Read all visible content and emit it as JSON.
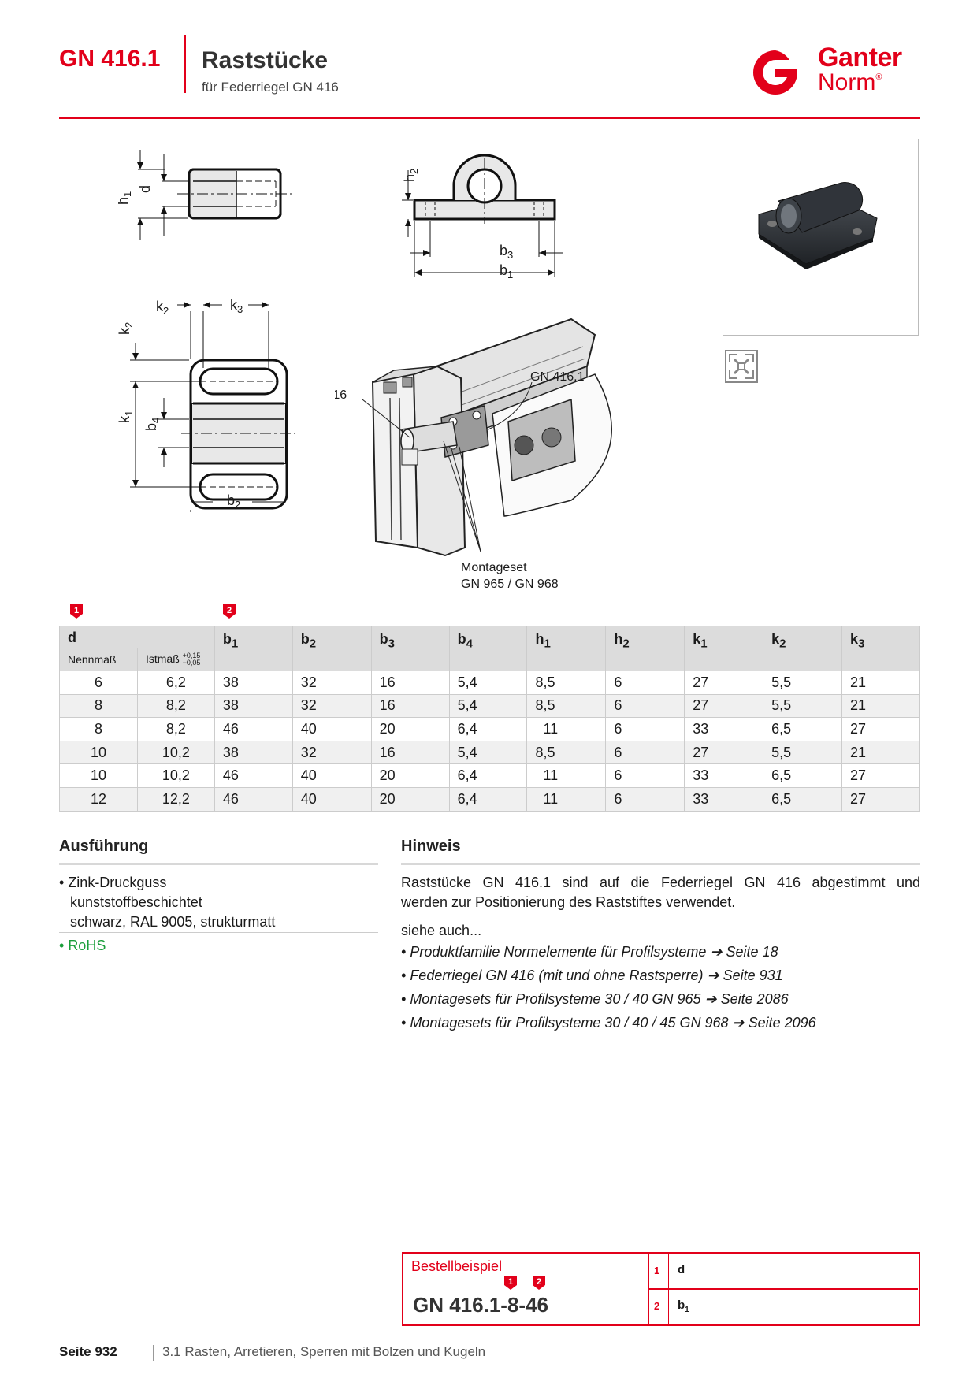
{
  "header": {
    "code": "GN 416.1",
    "title": "Raststücke",
    "subtitle": "für Federriegel GN 416",
    "logo_top": "Ganter",
    "logo_bottom": "Norm",
    "logo_reg": "®"
  },
  "drawings": {
    "labels": {
      "d": "d",
      "h1": "h",
      "h1_sub": "1",
      "h2": "h",
      "h2_sub": "2",
      "b1": "b",
      "b1_sub": "1",
      "b2": "b",
      "b2_sub": "2",
      "b3": "b",
      "b3_sub": "3",
      "b4": "b",
      "b4_sub": "4",
      "k1": "k",
      "k1_sub": "1",
      "k2": "k",
      "k2_sub": "2",
      "k3": "k",
      "k3_sub": "3"
    },
    "callout_gn416": "GN 416",
    "callout_gn4161": "GN 416.1",
    "callout_montage_1": "Montageset",
    "callout_montage_2": "GN 965 / GN 968"
  },
  "colors": {
    "accent": "#e2001a"
  },
  "table": {
    "markers": [
      "1",
      "2"
    ],
    "headers": [
      "d",
      "b",
      "b",
      "b",
      "b",
      "h",
      "h",
      "k",
      "k",
      "k"
    ],
    "header_subs": [
      "",
      "1",
      "2",
      "3",
      "4",
      "1",
      "2",
      "1",
      "2",
      "3"
    ],
    "sub_nenn": "Nennmaß",
    "sub_ist": "Istmaß",
    "tol_plus": "+0,15",
    "tol_minus": "−0,05",
    "rows": [
      [
        "6",
        "6,2",
        "38",
        "32",
        "16",
        "5,4",
        "8,5",
        "6",
        "27",
        "5,5",
        "21"
      ],
      [
        "8",
        "8,2",
        "38",
        "32",
        "16",
        "5,4",
        "8,5",
        "6",
        "27",
        "5,5",
        "21"
      ],
      [
        "8",
        "8,2",
        "46",
        "40",
        "20",
        "6,4",
        "11",
        "6",
        "33",
        "6,5",
        "27"
      ],
      [
        "10",
        "10,2",
        "38",
        "32",
        "16",
        "5,4",
        "8,5",
        "6",
        "27",
        "5,5",
        "21"
      ],
      [
        "10",
        "10,2",
        "46",
        "40",
        "20",
        "6,4",
        "11",
        "6",
        "33",
        "6,5",
        "27"
      ],
      [
        "12",
        "12,2",
        "46",
        "40",
        "20",
        "6,4",
        "11",
        "6",
        "33",
        "6,5",
        "27"
      ]
    ]
  },
  "ausfuehrung": {
    "title": "Ausführung",
    "item1_line1": "Zink-Druckguss",
    "item1_line2": "kunststoffbeschichtet",
    "item1_line3": "schwarz, RAL 9005, strukturmatt",
    "item2": "RoHS"
  },
  "hinweis": {
    "title": "Hinweis",
    "text_line1": "Raststücke GN 416.1 sind auf die Federriegel GN 416 abgestimmt und",
    "text_line2": "werden zur Positionierung des Raststiftes verwendet.",
    "see_also": "siehe auch...",
    "links": [
      "Produktfamilie Normelemente für Profilsysteme ➔ Seite 18",
      "Federriegel GN 416 (mit und ohne Rastsperre) ➔ Seite 931",
      "Montagesets für Profilsysteme 30 / 40 GN 965 ➔ Seite 2086",
      "Montagesets für Profilsysteme 30 / 40 / 45 GN 968 ➔ Seite 2096"
    ]
  },
  "order": {
    "title": "Bestellbeispiel",
    "code_prefix": "GN 416.1-",
    "code_d": "8",
    "code_dash": "-",
    "code_b1": "46",
    "legend": [
      {
        "num": "1",
        "label": "d",
        "sub": ""
      },
      {
        "num": "2",
        "label": "b",
        "sub": "1"
      }
    ]
  },
  "footer": {
    "page": "Seite 932",
    "chapter": "3.1 Rasten, Arretieren, Sperren mit Bolzen und Kugeln"
  }
}
